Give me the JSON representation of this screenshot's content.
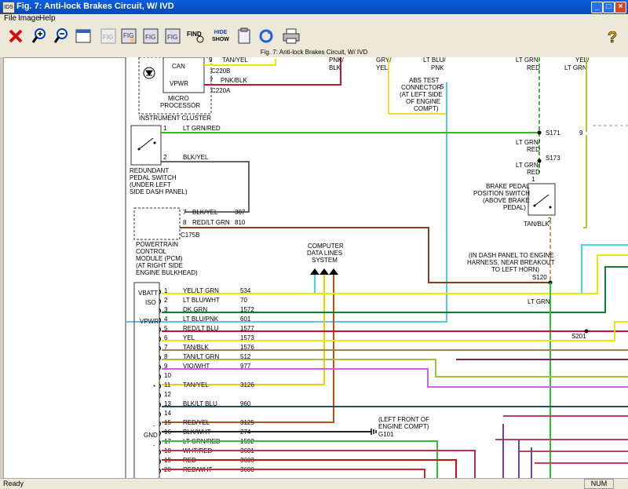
{
  "window": {
    "title": "Fig. 7: Anti-lock Brakes Circuit, W/ IVD",
    "app_icon": "IDS"
  },
  "menu": {
    "file": "File",
    "image": "Image",
    "help": "Help"
  },
  "toolbar": {
    "hide": "HIDE",
    "show": "SHOW",
    "fig": "FIG",
    "find": "FIND"
  },
  "caption": "Fig. 7: Anti-lock Brakes Circuit, W/ IVD",
  "status": {
    "ready": "Ready",
    "num": "NUM"
  },
  "diagram": {
    "instrument_cluster": {
      "title": "INSTRUMENT CLUSTER",
      "micro1": "MICRO",
      "micro2": "PROCESSOR",
      "can": "CAN",
      "vpwr": "VPWR",
      "pin9": "9",
      "pin7": "7",
      "w9": "TAN/YEL",
      "w7": "PNK/BLK",
      "c220b": "C220B",
      "c220a": "C220A"
    },
    "top_wires": {
      "pnk": "PNK/",
      "blk": "BLK",
      "grt": "GRY/",
      "yel": "YEL",
      "ltblu": "LT BLU/",
      "pnk2": "PNK",
      "ltgrn_top": "LT GRN/",
      "red_top": "RED",
      "yel_r": "YEL/",
      "ltgrn_r": "LT GRN"
    },
    "abs_test": {
      "l1": "ABS TEST",
      "l2": "CONNECTOR",
      "l3": "(AT LEFT SIDE",
      "l4": "OF ENGINE",
      "l5": "COMPT)",
      "pin": "5"
    },
    "redundant_switch": {
      "l1": "REDUNDANT",
      "l2": "PEDAL SWITCH",
      "l3": "(UNDER LEFT",
      "l4": "SIDE DASH PANEL)",
      "p1": "1",
      "p2": "2",
      "w1": "LT GRN/RED",
      "w2": "BLK/YEL"
    },
    "splices": {
      "s171": "S171",
      "s173": "S173",
      "s120": "S120",
      "s201": "S201",
      "pin9r": "9"
    },
    "brake_switch": {
      "w1a": "LT GRN/",
      "w1b": "RED",
      "w2a": "LT GRN/",
      "w2b": "RED",
      "l1": "BRAKE PEDAL",
      "l2": "POSITION SWITCH",
      "l3": "(ABOVE BRAKE",
      "l4": "PEDAL)",
      "p1": "1",
      "p2": "2",
      "wout": "TAN/BLK"
    },
    "pcm": {
      "l1": "POWERTRAIN",
      "l2": "CONTROL",
      "l3": "MODULE (PCM)",
      "l4": "(AT RIGHT SIDE",
      "l5": "ENGINE BULKHEAD)",
      "p7": "7",
      "p8": "8",
      "w7": "BLK/YEL",
      "w8": "RED/LT GRN",
      "c7": "307",
      "c8": "810",
      "conn": "C175B"
    },
    "in_dash": {
      "l1": "(IN DASH PANEL TO ENGINE",
      "l2": "HARNESS, NEAR BREAKOUT",
      "l3": "TO LEFT HORN)",
      "wire": "LT GRN"
    },
    "cdl": {
      "l1": "COMPUTER",
      "l2": "DATA LINES",
      "l3": "SYSTEM"
    },
    "ground": {
      "l1": "(LEFT FRONT OF",
      "l2": "ENGINE COMPT)",
      "g": "G101"
    },
    "module_labels": {
      "vbatt": "VBATT",
      "iso": "ISO",
      "vpwr": "VPWR",
      "star": "*",
      "dash": "-",
      "gnd": "GND",
      "dash2": "-"
    },
    "connector_pins": [
      {
        "pin": "1",
        "color": "YEL/LT GRN",
        "circuit": "534"
      },
      {
        "pin": "2",
        "color": "LT BLU/WHT",
        "circuit": "70"
      },
      {
        "pin": "3",
        "color": "DK GRN",
        "circuit": "1572"
      },
      {
        "pin": "4",
        "color": "LT BLU/PNK",
        "circuit": "601"
      },
      {
        "pin": "5",
        "color": "RED/LT BLU",
        "circuit": "1577"
      },
      {
        "pin": "6",
        "color": "YEL",
        "circuit": "1573"
      },
      {
        "pin": "7",
        "color": "TAN/BLK",
        "circuit": "1576"
      },
      {
        "pin": "8",
        "color": "TAN/LT GRN",
        "circuit": "512"
      },
      {
        "pin": "9",
        "color": "VIO/WHT",
        "circuit": "977"
      },
      {
        "pin": "10",
        "color": "",
        "circuit": ""
      },
      {
        "pin": "11",
        "color": "TAN/YEL",
        "circuit": "3126"
      },
      {
        "pin": "12",
        "color": "",
        "circuit": ""
      },
      {
        "pin": "13",
        "color": "BLK/LT BLU",
        "circuit": "960"
      },
      {
        "pin": "14",
        "color": "",
        "circuit": ""
      },
      {
        "pin": "15",
        "color": "RED/YEL",
        "circuit": "3125"
      },
      {
        "pin": "16",
        "color": "BLK/WHT",
        "circuit": "274"
      },
      {
        "pin": "17",
        "color": "LT GRN/RED",
        "circuit": "1592"
      },
      {
        "pin": "18",
        "color": "WHT/RED",
        "circuit": "3601"
      },
      {
        "pin": "19",
        "color": "RED",
        "circuit": "3603"
      },
      {
        "pin": "20",
        "color": "RED/WHT",
        "circuit": "3600"
      }
    ],
    "wire_colors": [
      "#e8e800",
      "#40d8e8",
      "#108030",
      "#58c8e0",
      "#c8103c",
      "#e8e800",
      "#a08050",
      "#a0c040",
      "#d060e0",
      "#ffffff",
      "#e8d000",
      "#ffffff",
      "#205060",
      "#ffffff",
      "#c05010",
      "#202020",
      "#30c030",
      "#c03050",
      "#d01010",
      "#c03030"
    ]
  }
}
